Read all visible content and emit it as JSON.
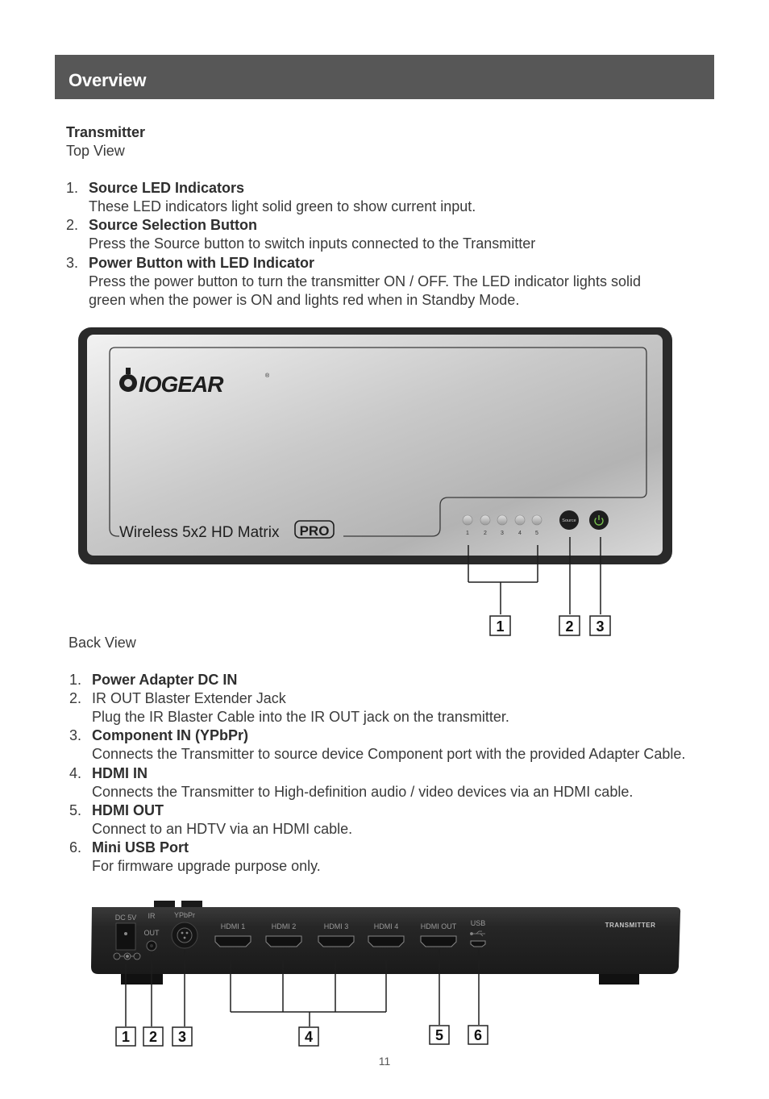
{
  "header": {
    "title": "Overview"
  },
  "transmitter": {
    "title": "Transmitter",
    "top_view_label": "Top View",
    "top_items": [
      {
        "num": "1.",
        "title": "Source LED Indicators",
        "lines": [
          "These LED indicators light solid green to show current input."
        ]
      },
      {
        "num": "2.",
        "title": "Source Selection Button",
        "lines": [
          "Press the Source button to switch inputs connected to the Transmitter"
        ]
      },
      {
        "num": "3.",
        "title": "Power Button with LED Indicator",
        "lines": [
          "Press the power button to turn the transmitter ON / OFF. The LED indicator lights solid",
          "green when the power is ON and lights red when in Standby Mode."
        ]
      }
    ],
    "top_device": {
      "brand": "IOGEAR",
      "model_text": "Wireless 5x2 HD Matrix",
      "model_badge": "PRO",
      "led_labels": [
        "1",
        "2",
        "3",
        "4",
        "5"
      ],
      "source_button_label": "Source",
      "power_icon": "power-icon",
      "callouts": [
        "1",
        "2",
        "3"
      ]
    },
    "back_view_label": "Back View",
    "back_items": [
      {
        "num": "1.",
        "title": "Power Adapter DC IN",
        "lines": []
      },
      {
        "num": "2.",
        "title": "IR OUT Blaster Extender Jack",
        "title_bold": false,
        "lines": [
          "Plug the IR Blaster Cable into the IR OUT jack on the transmitter."
        ]
      },
      {
        "num": "3.",
        "title": "Component IN (YPbPr)",
        "lines": [
          "Connects the Transmitter to source device Component port with the provided Adapter Cable."
        ]
      },
      {
        "num": "4.",
        "title": "HDMI IN",
        "lines": [
          "Connects the Transmitter to High-definition audio / video devices via an HDMI cable."
        ]
      },
      {
        "num": "5.",
        "title": "HDMI OUT",
        "lines": [
          "Connect to an HDTV via an HDMI cable."
        ]
      },
      {
        "num": "6.",
        "title": "Mini USB Port",
        "lines": [
          "For firmware upgrade purpose only."
        ]
      }
    ],
    "back_device": {
      "port_labels": {
        "dc": "DC 5V",
        "ir": [
          "IR",
          "OUT"
        ],
        "ypbpr": "YPbPr",
        "hdmi1": "HDMI 1",
        "hdmi2": "HDMI 2",
        "hdmi3": "HDMI 3",
        "hdmi4": "HDMI 4",
        "hdmi_out": "HDMI OUT",
        "usb": "USB"
      },
      "device_label": "TRANSMITTER",
      "callouts": [
        "1",
        "2",
        "3",
        "4",
        "5",
        "6"
      ]
    }
  },
  "page_number": "11",
  "colors": {
    "header_bg": "#575757",
    "led_green": "#5fb84a"
  }
}
